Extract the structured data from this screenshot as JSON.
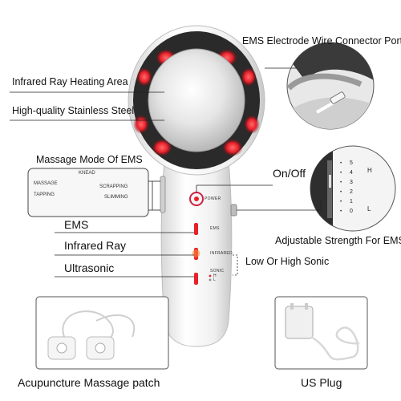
{
  "labels": {
    "infrared_heating": "Infrared Ray Heating Area",
    "stainless_steel": "High-quality Stainless Steel",
    "ems_connector": "EMS Electrode Wire Connector Port",
    "massage_mode": "Massage Mode Of EMS",
    "on_off": "On/Off",
    "ems": "EMS",
    "infrared_ray": "Infrared Ray",
    "ultrasonic": "Ultrasonic",
    "adjustable_strength": "Adjustable Strength For EMS",
    "low_high_sonic": "Low Or High Sonic",
    "acupuncture_patch": "Acupuncture Massage patch",
    "us_plug": "US Plug"
  },
  "mode_panel": {
    "knead": "KNEAD",
    "massage": "MASSAGE",
    "tapping": "TAPPING",
    "scrapping": "SCRAPPING",
    "slimming": "SLIMMING"
  },
  "device_text": {
    "power": "POWER",
    "ems": "EMS",
    "infrared": "INFRARED",
    "sonic": "SONIC",
    "sonic_h": "H",
    "sonic_l": "L"
  },
  "strength_panel": {
    "levels": [
      "5",
      "4",
      "3",
      "2",
      "1",
      "0"
    ],
    "high": "H",
    "low": "L"
  },
  "colors": {
    "led_red": "#e8202a",
    "ring_dark": "#2a2a2a",
    "body_white": "#f2f2f2",
    "steel": "#d9d9d9"
  }
}
